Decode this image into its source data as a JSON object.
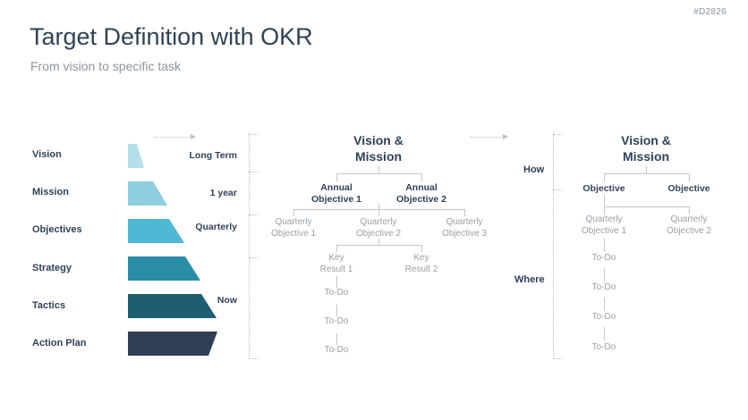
{
  "doc_id": "#D2826",
  "header": {
    "title": "Target Definition with OKR",
    "subtitle": "From vision to specific task"
  },
  "funnel": {
    "rows": [
      {
        "label": "Vision",
        "color": "#b3dfeb",
        "time": "Long Term"
      },
      {
        "label": "Mission",
        "color": "#8ecede",
        "time": "1 year"
      },
      {
        "label": "Objectives",
        "color": "#4fb8d4",
        "time": "Quarterly"
      },
      {
        "label": "Strategy",
        "color": "#2b8ca6",
        "time": ""
      },
      {
        "label": "Tactics",
        "color": "#1d5e70",
        "time": "Now"
      },
      {
        "label": "Action Plan",
        "color": "#2e3e54",
        "time": ""
      }
    ]
  },
  "okr_tree": {
    "root": "Vision &\nMission",
    "root_line1": "Vision &",
    "root_line2": "Mission",
    "annual": [
      {
        "line1": "Annual",
        "line2": "Objective 1"
      },
      {
        "line1": "Annual",
        "line2": "Objective 2"
      }
    ],
    "quarterly": [
      {
        "line1": "Quarterly",
        "line2": "Objective 1"
      },
      {
        "line1": "Quarterly",
        "line2": "Objective 2"
      },
      {
        "line1": "Quarterly",
        "line2": "Objective 3"
      }
    ],
    "key_results": [
      {
        "line1": "Key",
        "line2": "Result 1"
      },
      {
        "line1": "Key",
        "line2": "Result 2"
      }
    ],
    "todos": [
      "To-Do",
      "To-Do",
      "To-Do"
    ]
  },
  "detail_tree": {
    "root_line1": "Vision &",
    "root_line2": "Mission",
    "objectives": [
      "Objective",
      "Objective"
    ],
    "quarterly": [
      {
        "line1": "Quarterly",
        "line2": "Objective 1"
      },
      {
        "line1": "Quarterly",
        "line2": "Objective 2"
      }
    ],
    "todos": [
      "To-Do",
      "To-Do",
      "To-Do",
      "To-Do"
    ],
    "side_labels": {
      "how": "How",
      "where": "Where"
    }
  },
  "colors": {
    "dark_navy": "#2f4257",
    "muted_grey": "#9aa0a6",
    "rail_grey": "#b9bec4",
    "connector_grey": "#c3c7cb"
  }
}
